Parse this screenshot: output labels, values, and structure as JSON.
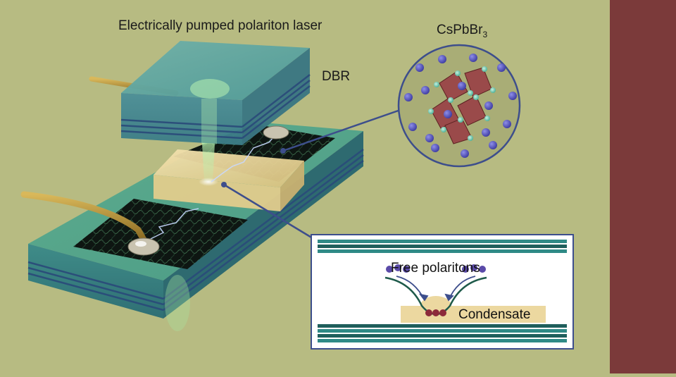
{
  "title": "Electrically pumped polariton laser",
  "labels": {
    "dbr": "DBR",
    "formula_prefix": "CsPbBr",
    "formula_subscript": "3",
    "free_polaritons": "Free polaritons",
    "condensate": "Condensate"
  },
  "colors": {
    "background": "#b7bb82",
    "sidebar": "#7b3a3a",
    "dbr_teal": "#3e8f98",
    "perovskite_gold": "#ecd8a0",
    "callout_blue": "#3d4e8c",
    "polariton_purple": "#5a4aa8",
    "condensate_red": "#8c2a3a"
  }
}
